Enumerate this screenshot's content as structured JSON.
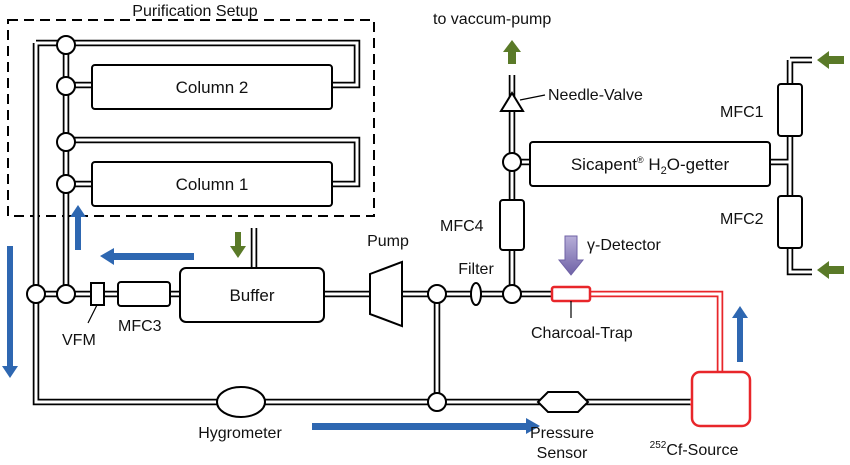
{
  "labels": {
    "purification": "Purification Setup",
    "column2": "Column 2",
    "column1": "Column 1",
    "to_vacuum": "to vaccum-pump",
    "needle_valve": "Needle-Valve",
    "getter_pre": "Sicapent",
    "getter_reg": "®",
    "getter_h": " H",
    "getter_sub": "2",
    "getter_post": "O-getter",
    "mfc1": "MFC1",
    "mfc2": "MFC2",
    "mfc3": "MFC3",
    "mfc4": "MFC4",
    "pump": "Pump",
    "buffer": "Buffer",
    "filter": "Filter",
    "detector": "γ-Detector",
    "charcoal": "Charcoal-Trap",
    "vfm": "VFM",
    "hygrometer": "Hygrometer",
    "pressure1": "Pressure",
    "pressure2": "Sensor",
    "source_sup": "252",
    "source": "Cf-Source"
  },
  "colors": {
    "pipe": "#000000",
    "hot_pipe": "#e8262a",
    "flow_arrow": "#2e67b1",
    "gas_arrow": "#5a7a28",
    "detector_arrow": "#9b8fc4"
  }
}
